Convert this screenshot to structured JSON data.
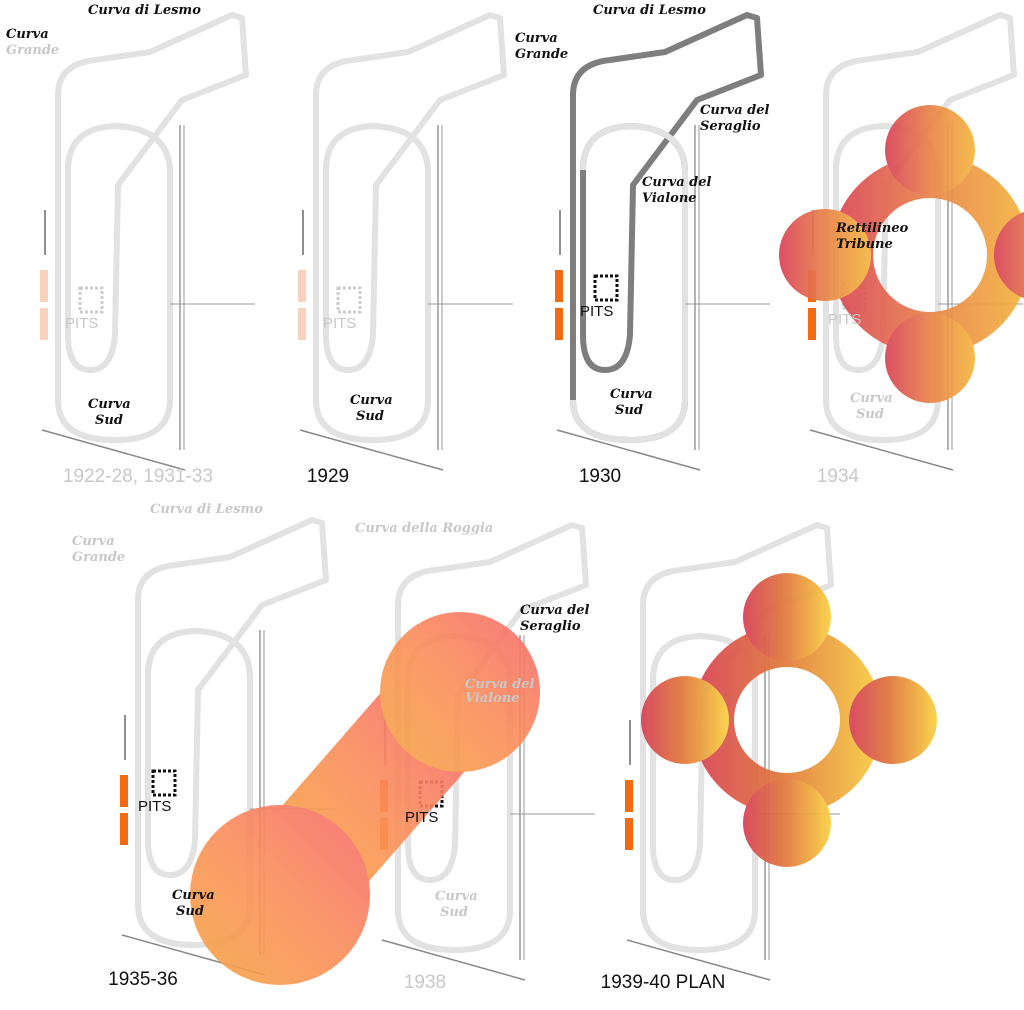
{
  "title": "Monza circuit layouts",
  "panels": [
    {
      "year": "1922-28, 1931-33",
      "labels": [
        "Curva di Lesmo",
        "Curva",
        "Grande",
        "Curva",
        "Sud"
      ],
      "pits": "PITS"
    },
    {
      "year": "1929",
      "labels": [
        "Curva",
        "Sud"
      ],
      "pits": "PITS"
    },
    {
      "year": "1930",
      "labels": [
        "Curva di Lesmo",
        "Curva",
        "Grande",
        "Curva del",
        "Seraglio",
        "Curva del",
        "Vialone",
        "Curva",
        "Sud"
      ],
      "pits": "PITS"
    },
    {
      "year": "1934",
      "labels": [
        "Rettilineo",
        "Tribune",
        "Curva",
        "Sud"
      ],
      "pits": "PITS"
    },
    {
      "year": "1935-36",
      "labels": [
        "Curva di Lesmo",
        "Curva",
        "Grande",
        "Curva",
        "Sud"
      ],
      "pits": "PITS"
    },
    {
      "year": "1938",
      "labels": [
        "Curva della Roggia",
        "Curva del",
        "Seraglio",
        "Curva del",
        "Vialone",
        "Curva",
        "Sud"
      ],
      "pits": "PITS"
    },
    {
      "year": "1939-40 PLAN",
      "labels": [],
      "pits": ""
    }
  ],
  "colors": {
    "track_light": "#e2e2e2",
    "track_dark": "#7e7e7e",
    "pit_orange": "#f26a12",
    "pit_faint": "#f8d2bc",
    "blob_red": "#d9435a",
    "blob_orange": "#ee8a45",
    "blob_yellow": "#f7c245"
  }
}
